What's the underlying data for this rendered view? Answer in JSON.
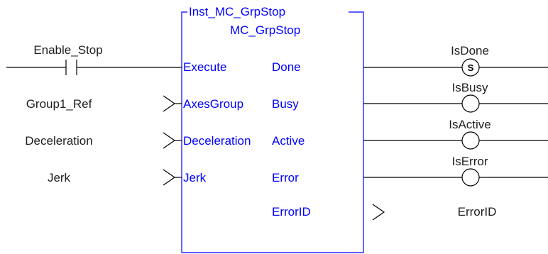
{
  "block": {
    "instance_name": "Inst_MC_GrpStop",
    "type_name": "MC_GrpStop",
    "inputs": [
      "Execute",
      "AxesGroup",
      "Deceleration",
      "Jerk"
    ],
    "outputs": [
      "Done",
      "Busy",
      "Active",
      "Error",
      "ErrorID"
    ]
  },
  "left_side": {
    "contact_variable": "Enable_Stop",
    "input_variables": [
      "Group1_Ref",
      "Deceleration",
      "Jerk"
    ]
  },
  "right_side": {
    "coil_variables": [
      "IsDone",
      "IsBusy",
      "IsActive",
      "IsError"
    ],
    "set_coil_symbol": "S",
    "output_variable": "ErrorID"
  },
  "colors": {
    "block_text": "#0000ff",
    "block_border": "#0000ff",
    "wire": "#000000",
    "text": "#202020"
  }
}
